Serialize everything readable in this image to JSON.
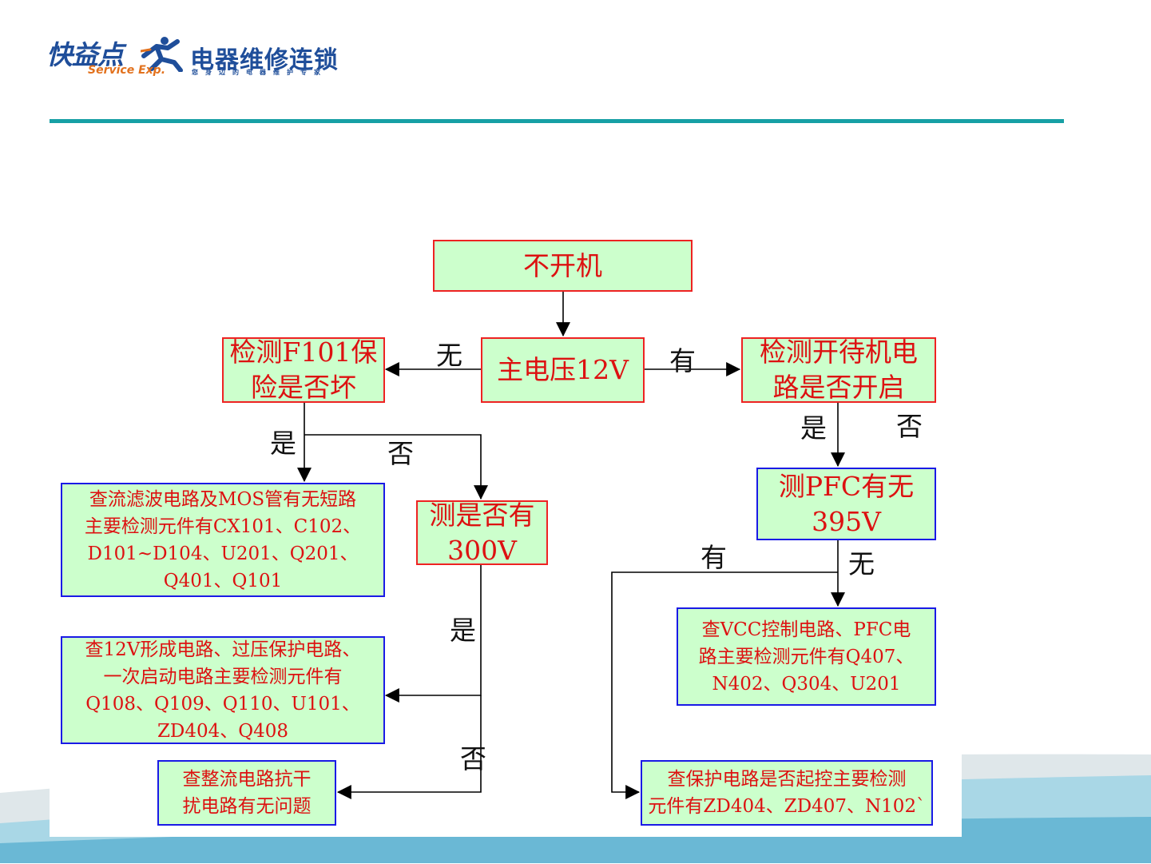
{
  "header": {
    "logo_main": "快益点",
    "logo_sub": "Service Exp.",
    "brand": "电器维修连锁",
    "slogan": "您身边的电器维护专家"
  },
  "colors": {
    "rule": "#17a0a5",
    "node_fill": "#ccffcc",
    "node_border_red": "#ee2222",
    "node_border_blue": "#1a1ae6",
    "node_text": "#dd1111",
    "arrow": "#000000"
  },
  "flow": {
    "nodes": {
      "start": "不开机",
      "main_voltage": "主电压12V",
      "check_fuse": "检测F101保\n险是否坏",
      "check_standby": "检测开待机电\n路是否开启",
      "check_filter": "查流滤波电路及MOS管有无短路\n主要检测元件有CX101、C102、\nD101~D104、U201、Q201、\nQ401、Q101",
      "test_300v": "测是否有\n300V",
      "test_pfc": "测PFC有无\n395V",
      "check_12v": "查12V形成电路、过压保护电路、\n一次启动电路主要检测元件有\nQ108、Q109、Q110、U101、\nZD404、Q408",
      "check_vcc": "查VCC控制电路、PFC电\n路主要检测元件有Q407、\nN402、Q304、U201",
      "check_rectifier": "查整流电路抗干\n扰电路有无问题",
      "check_protect": "查保护电路是否起控主要检测\n元件有ZD404、ZD407、N102`"
    },
    "labels": {
      "none_left": "无",
      "has_right": "有",
      "fuse_yes": "是",
      "fuse_no": "否",
      "standby_yes": "是",
      "standby_no": "否",
      "pfc_has": "有",
      "pfc_none": "无",
      "v300_yes": "是",
      "v300_no": "否"
    }
  }
}
